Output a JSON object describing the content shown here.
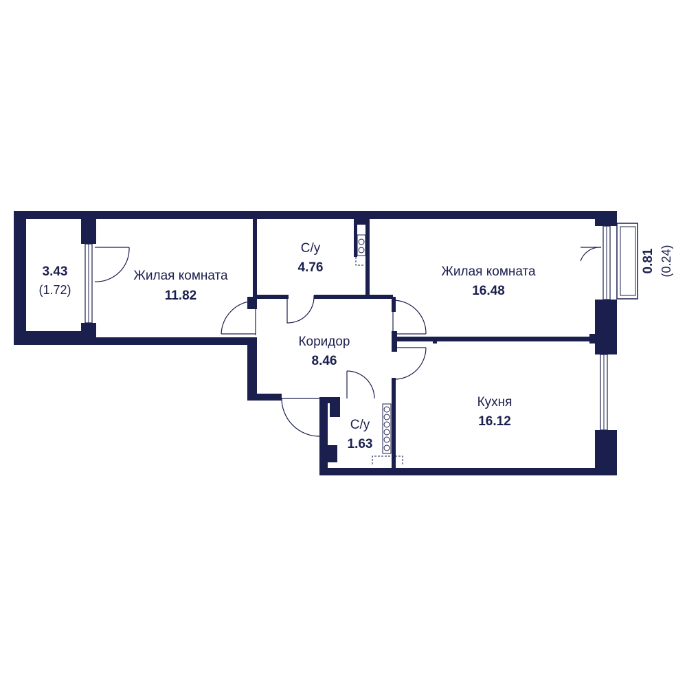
{
  "colors": {
    "wall": "#1b1f4e",
    "background": "#ffffff"
  },
  "rooms": {
    "living1": {
      "name": "Жилая комната",
      "area": "11.82"
    },
    "bath1": {
      "name": "С/у",
      "area": "4.76"
    },
    "living2": {
      "name": "Жилая комната",
      "area": "16.48"
    },
    "corridor": {
      "name": "Коридор",
      "area": "8.46"
    },
    "bath2": {
      "name": "С/у",
      "area": "1.63"
    },
    "kitchen": {
      "name": "Кухня",
      "area": "16.12"
    },
    "loggia": {
      "area": "3.43",
      "area_reduced": "(1.72)"
    },
    "balcony": {
      "area": "0.81",
      "area_reduced": "(0.24)"
    }
  }
}
